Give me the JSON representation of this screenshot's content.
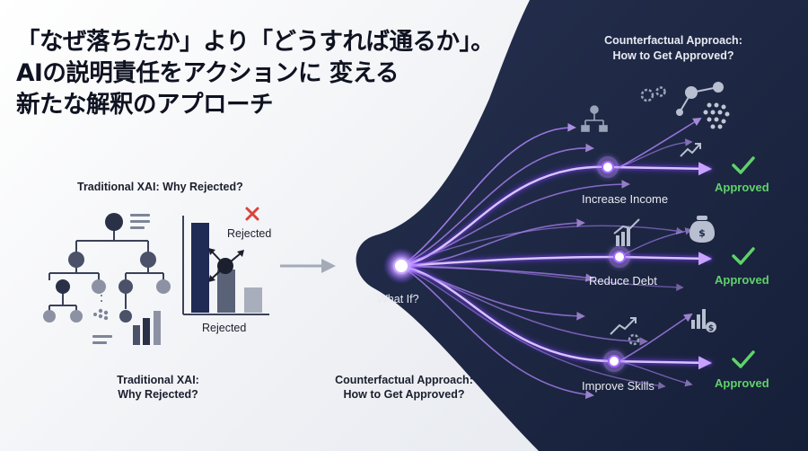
{
  "headline": {
    "line1": "「なぜ落ちたか」より「どうすれば通るか」。",
    "line2": "AIの説明責任をアクションに 変える",
    "line3": "新たな解釈のアプローチ"
  },
  "traditional": {
    "header": "Traditional XAI: Why Rejected?",
    "rejected_top": "Rejected",
    "rejected_bottom": "Rejected",
    "caption_line1": "Traditional XAI:",
    "caption_line2": "Why Rejected?"
  },
  "counterfactual": {
    "header_line1": "Counterfactual Approach:",
    "header_line2": "How to Get Approved?",
    "caption_line1": "Counterfactual Approach:",
    "caption_line2": "How to Get Approved?",
    "origin_label": "What If?",
    "paths": [
      {
        "label": "Increase Income",
        "result": "Approved"
      },
      {
        "label": "Reduce Debt",
        "result": "Approved"
      },
      {
        "label": "Improve Skills",
        "result": "Approved"
      }
    ]
  },
  "colors": {
    "navy": "#1d2a47",
    "purple": "#a66bff",
    "green": "#5fd26a",
    "reject_red": "#d9443a",
    "icon_gray": "#5a6277"
  }
}
